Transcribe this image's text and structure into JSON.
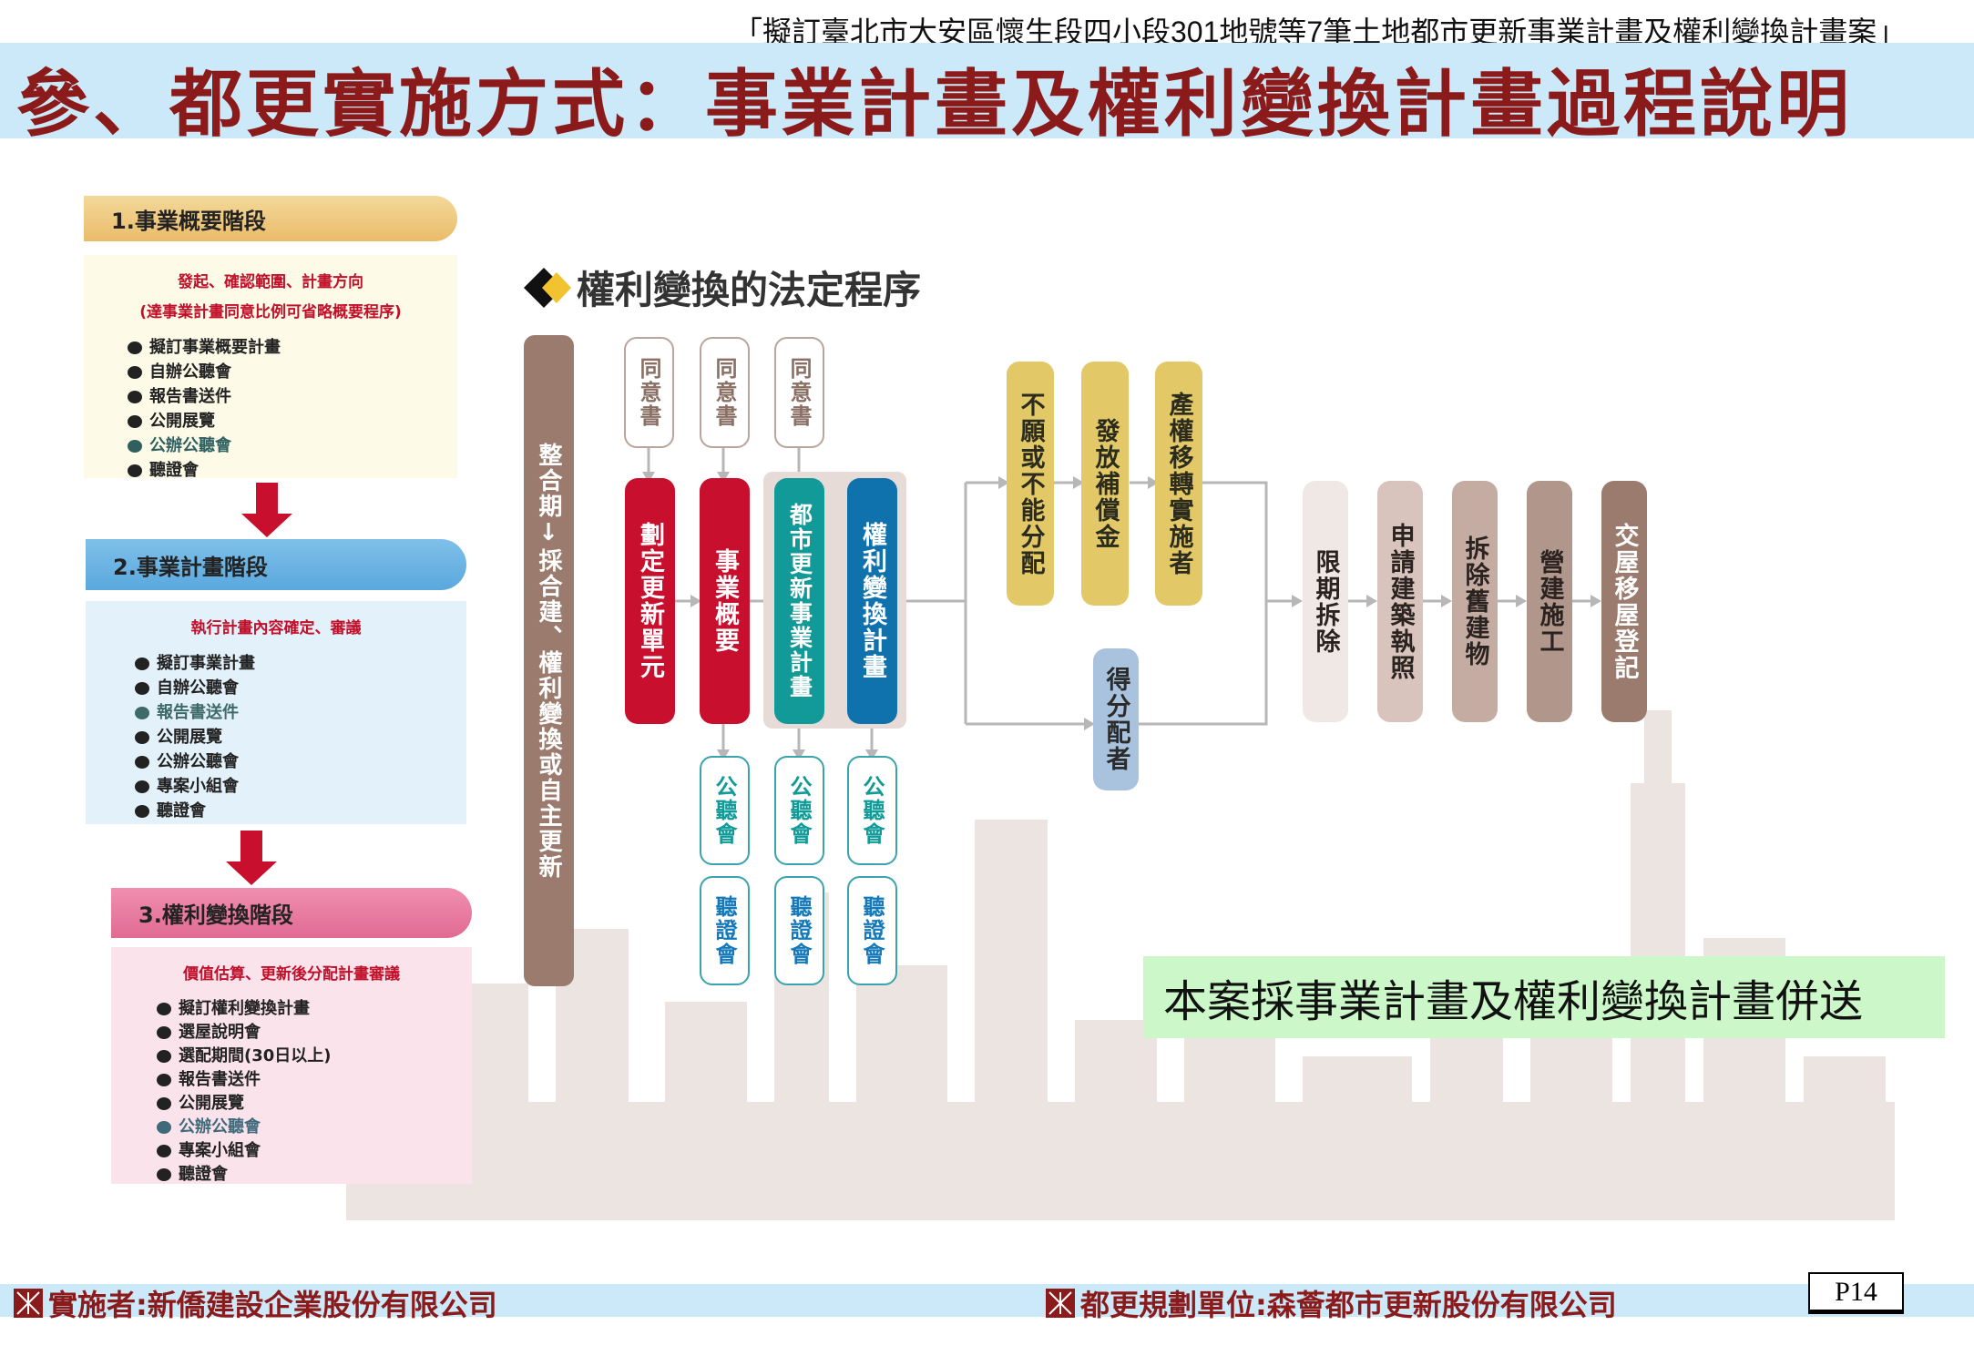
{
  "header": {
    "subtitle": "「擬訂臺北市大安區懷生段四小段301地號等7筆土地都市更新事業計畫及權利變換計畫案」",
    "title": "參、都更實施方式：事業計畫及權利變換計畫過程說明"
  },
  "stages": [
    {
      "title": "1.事業概要階段",
      "notes": [
        "發起、確認範圍、計畫方向",
        "(達事業計畫同意比例可省略概要程序)"
      ],
      "items": [
        "擬訂事業概要計畫",
        "自辦公聽會",
        "報告書送件",
        "公開展覽",
        "公辦公聽會",
        "聽證會"
      ]
    },
    {
      "title": "2.事業計畫階段",
      "notes": [
        "執行計畫內容確定、審議"
      ],
      "items": [
        "擬訂事業計畫",
        "自辦公聽會",
        "報告書送件",
        "公開展覽",
        "公辦公聽會",
        "專案小組會",
        "聽證會"
      ]
    },
    {
      "title": "3.權利變換階段",
      "notes": [
        "價值估算、更新後分配計畫審議"
      ],
      "items": [
        "擬訂權利變換計畫",
        "選屋說明會",
        "選配期間(30日以上)",
        "報告書送件",
        "公開展覽",
        "公辦公聽會",
        "專案小組會",
        "聽證會"
      ]
    }
  ],
  "diagram": {
    "title": "權利變換的法定程序",
    "side_bar": "整合期↓採合建、權利變換或自主更新",
    "consent": "同意書",
    "main_steps": [
      "劃定更新單元",
      "事業概要",
      "都市更新事業計畫",
      "權利變換計畫"
    ],
    "public_hearing": "公聽會",
    "hearing": "聽證會",
    "upper_branch": [
      "不願或不能分配",
      "發放補償金",
      "產權移轉實施者"
    ],
    "lower_branch": "得分配者",
    "final_steps": [
      "限期拆除",
      "申請建築執照",
      "拆除舊建物",
      "營建施工",
      "交屋移屋登記"
    ]
  },
  "note": "本案採事業計畫及權利變換計畫併送",
  "footer": {
    "implementer": "實施者:新僑建設企業股份有限公司",
    "planner": "都更規劃單位:森薈都市更新股份有限公司",
    "page": "P14"
  }
}
